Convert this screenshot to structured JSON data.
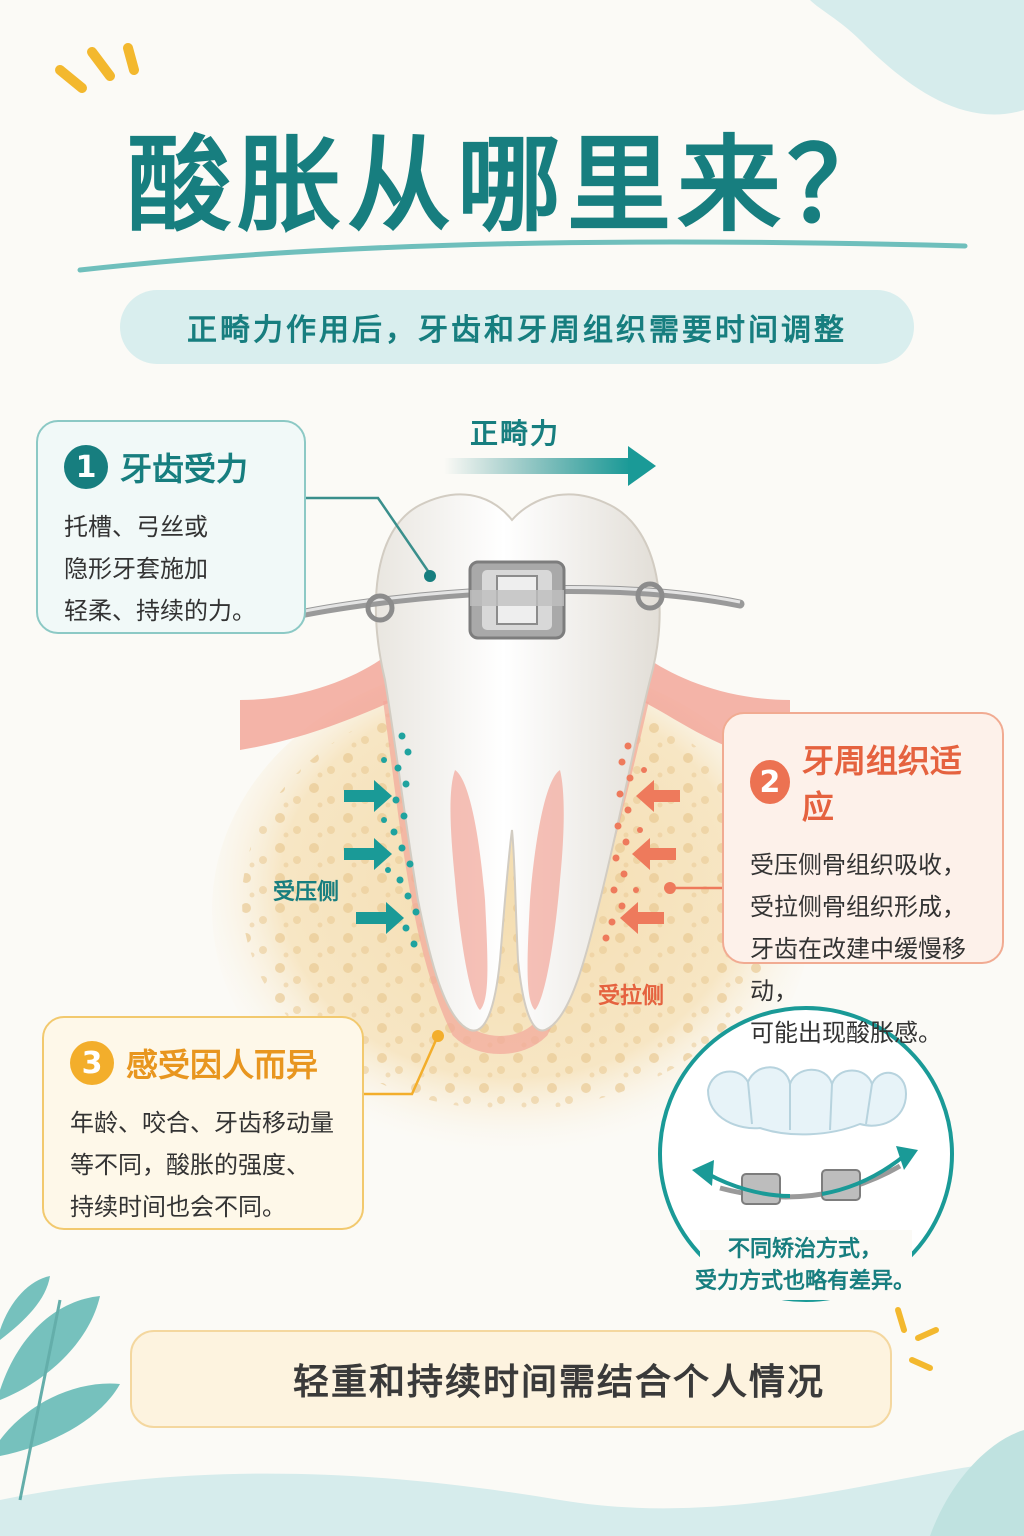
{
  "title": "酸胀从哪里来？",
  "subtitle": "正畸力作用后，牙齿和牙周组织需要时间调整",
  "force_label": "正畸力",
  "cards": [
    {
      "number": "1",
      "title": "牙齿受力",
      "body": "托槽、弓丝或\n隐形牙套施加\n轻柔、持续的力。"
    },
    {
      "number": "2",
      "title": "牙周组织适应",
      "body": "受压侧骨组织吸收，\n受拉侧骨组织形成，\n牙齿在改建中缓慢移动，\n可能出现酸胀感。"
    },
    {
      "number": "3",
      "title": "感受因人而异",
      "body": "年龄、咬合、牙齿移动量\n等不同，酸胀的强度、\n持续时间也会不同。"
    }
  ],
  "side_labels": {
    "pressure": "受压侧",
    "tension": "受拉侧"
  },
  "circle_caption": {
    "line1": "不同矫治方式，",
    "line2": "受力方式也略有差异。"
  },
  "bottom_note": "轻重和持续时间需结合个人情况",
  "colors": {
    "teal": "#177e7f",
    "coral": "#e5623f",
    "amber": "#f3ae2b",
    "bone": "#f6e2b8",
    "gum": "#ef9a8f"
  }
}
